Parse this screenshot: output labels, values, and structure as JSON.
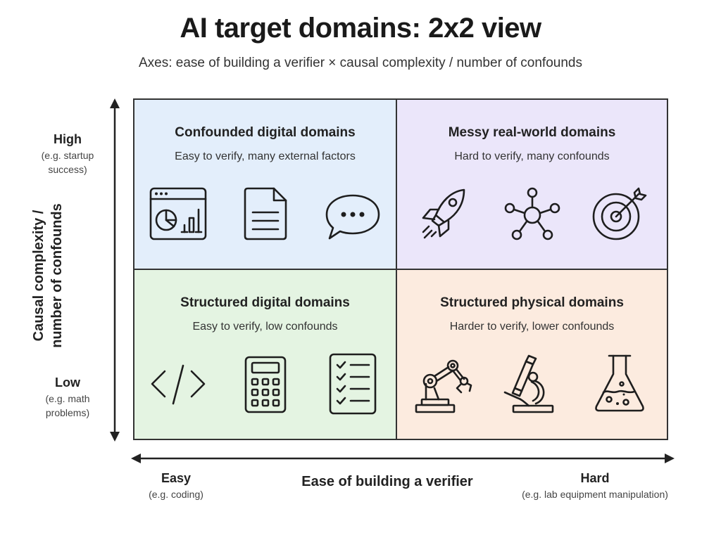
{
  "header": {
    "title": "AI target domains: 2x2 view",
    "subtitle": "Axes: ease of building a verifier × causal complexity / number of confounds"
  },
  "y_axis": {
    "title_line1": "Causal complexity /",
    "title_line2": "number of confounds",
    "high_label": "High",
    "high_example_line1": "(e.g. startup",
    "high_example_line2": "success)",
    "low_label": "Low",
    "low_example_line1": "(e.g. math",
    "low_example_line2": "problems)"
  },
  "x_axis": {
    "title": "Ease of building a verifier",
    "easy_label": "Easy",
    "easy_example": "(e.g. coding)",
    "hard_label": "Hard",
    "hard_example": "(e.g. lab equipment manipulation)"
  },
  "quadrants": [
    {
      "position": "top-left",
      "title": "Confounded digital domains",
      "description": "Easy to verify, many external factors",
      "color": "#e3eefb",
      "icons": [
        "dashboard-analytics-icon",
        "document-icon",
        "chat-bubble-icon"
      ]
    },
    {
      "position": "top-right",
      "title": "Messy real-world domains",
      "description": "Hard to verify, many confounds",
      "color": "#ebe6fa",
      "icons": [
        "rocket-icon",
        "network-hub-icon",
        "target-icon"
      ]
    },
    {
      "position": "bottom-left",
      "title": "Structured digital domains",
      "description": "Easy to verify, low confounds",
      "color": "#e4f4e2",
      "icons": [
        "code-icon",
        "calculator-icon",
        "checklist-icon"
      ]
    },
    {
      "position": "bottom-right",
      "title": "Structured physical domains",
      "description": "Harder to verify, lower confounds",
      "color": "#fcebdf",
      "icons": [
        "robot-arm-icon",
        "microscope-icon",
        "flask-icon"
      ]
    }
  ]
}
